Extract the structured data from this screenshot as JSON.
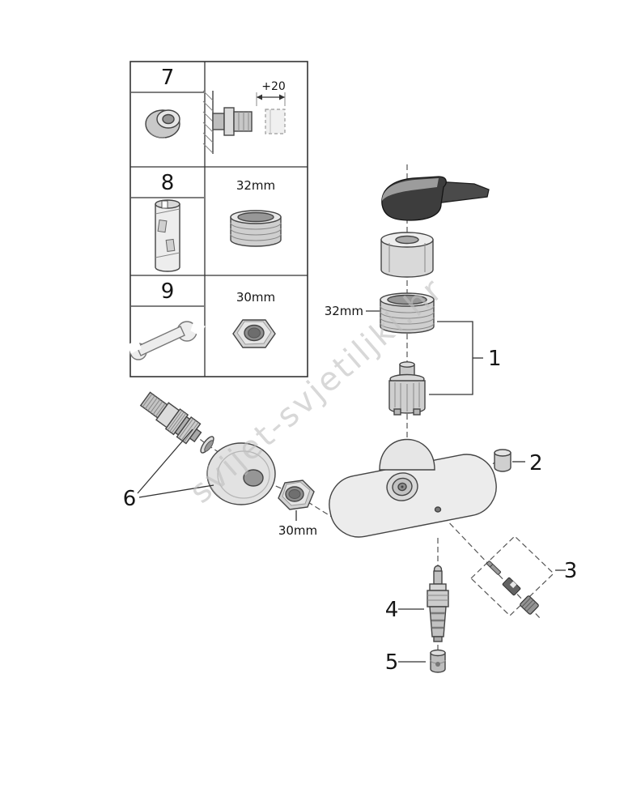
{
  "watermark": "svijet-svjetiljki.hr",
  "legend": {
    "row1": {
      "num": "7",
      "dim": "+20"
    },
    "row2": {
      "num": "8",
      "size": "32mm"
    },
    "row3": {
      "num": "9",
      "size": "30mm"
    }
  },
  "callouts": {
    "c1": "1",
    "c2": "2",
    "c3": "3",
    "c4": "4",
    "c5": "5",
    "c6": "6"
  },
  "annotations": {
    "ring_size": "32mm",
    "nut_size": "30mm"
  }
}
